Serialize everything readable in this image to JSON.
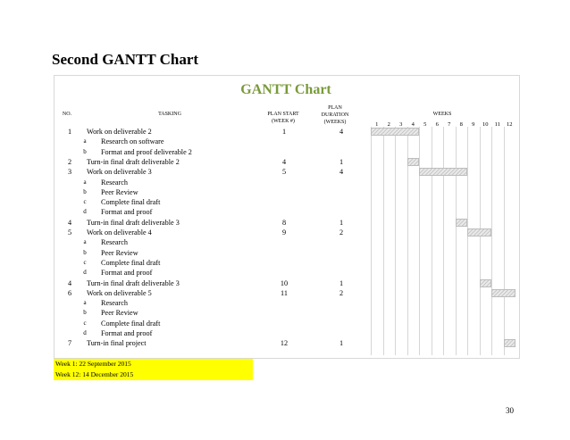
{
  "page_heading": "Second GANTT Chart",
  "gantt_title": "GANTT Chart",
  "headers": {
    "no": "NO.",
    "tasking": "TASKING",
    "plan_start_l1": "PLAN START",
    "plan_start_l2": "(WEEK #)",
    "plan_dur_l1": "PLAN",
    "plan_dur_l2": "DURATION",
    "plan_dur_l3": "(WEEKS)",
    "weeks": "WEEKS"
  },
  "week_numbers": [
    "1",
    "2",
    "3",
    "4",
    "5",
    "6",
    "7",
    "8",
    "9",
    "10",
    "11",
    "12"
  ],
  "rows": [
    {
      "no": "1",
      "sub": "",
      "task": "Work on deliverable 2",
      "start": "1",
      "duration": "4",
      "bar_start": 1,
      "bar_weeks": 4
    },
    {
      "no": "",
      "sub": "a",
      "task": "Research on software",
      "start": "",
      "duration": "",
      "bar_start": 0,
      "bar_weeks": 0
    },
    {
      "no": "",
      "sub": "b",
      "task": "Format and proof deliverable 2",
      "start": "",
      "duration": "",
      "bar_start": 0,
      "bar_weeks": 0
    },
    {
      "no": "2",
      "sub": "",
      "task": "Turn-in final draft deliverable 2",
      "start": "4",
      "duration": "1",
      "bar_start": 4,
      "bar_weeks": 1
    },
    {
      "no": "3",
      "sub": "",
      "task": "Work on deliverable 3",
      "start": "5",
      "duration": "4",
      "bar_start": 5,
      "bar_weeks": 4
    },
    {
      "no": "",
      "sub": "a",
      "task": "Research",
      "start": "",
      "duration": "",
      "bar_start": 0,
      "bar_weeks": 0
    },
    {
      "no": "",
      "sub": "b",
      "task": "Peer Review",
      "start": "",
      "duration": "",
      "bar_start": 0,
      "bar_weeks": 0
    },
    {
      "no": "",
      "sub": "c",
      "task": "Complete final draft",
      "start": "",
      "duration": "",
      "bar_start": 0,
      "bar_weeks": 0
    },
    {
      "no": "",
      "sub": "d",
      "task": "Format and proof",
      "start": "",
      "duration": "",
      "bar_start": 0,
      "bar_weeks": 0
    },
    {
      "no": "4",
      "sub": "",
      "task": "Turn-in final draft deliverable 3",
      "start": "8",
      "duration": "1",
      "bar_start": 8,
      "bar_weeks": 1
    },
    {
      "no": "5",
      "sub": "",
      "task": "Work on deliverable 4",
      "start": "9",
      "duration": "2",
      "bar_start": 9,
      "bar_weeks": 2
    },
    {
      "no": "",
      "sub": "a",
      "task": "Research",
      "start": "",
      "duration": "",
      "bar_start": 0,
      "bar_weeks": 0
    },
    {
      "no": "",
      "sub": "b",
      "task": "Peer Review",
      "start": "",
      "duration": "",
      "bar_start": 0,
      "bar_weeks": 0
    },
    {
      "no": "",
      "sub": "c",
      "task": "Complete final draft",
      "start": "",
      "duration": "",
      "bar_start": 0,
      "bar_weeks": 0
    },
    {
      "no": "",
      "sub": "d",
      "task": "Format and proof",
      "start": "",
      "duration": "",
      "bar_start": 0,
      "bar_weeks": 0
    },
    {
      "no": "4",
      "sub": "",
      "task": "Turn-in final draft deliverable 3",
      "start": "10",
      "duration": "1",
      "bar_start": 10,
      "bar_weeks": 1
    },
    {
      "no": "6",
      "sub": "",
      "task": "Work on deliverable 5",
      "start": "11",
      "duration": "2",
      "bar_start": 11,
      "bar_weeks": 2
    },
    {
      "no": "",
      "sub": "a",
      "task": "Research",
      "start": "",
      "duration": "",
      "bar_start": 0,
      "bar_weeks": 0
    },
    {
      "no": "",
      "sub": "b",
      "task": "Peer Review",
      "start": "",
      "duration": "",
      "bar_start": 0,
      "bar_weeks": 0
    },
    {
      "no": "",
      "sub": "c",
      "task": "Complete final draft",
      "start": "",
      "duration": "",
      "bar_start": 0,
      "bar_weeks": 0
    },
    {
      "no": "",
      "sub": "d",
      "task": "Format and proof",
      "start": "",
      "duration": "",
      "bar_start": 0,
      "bar_weeks": 0
    },
    {
      "no": "7",
      "sub": "",
      "task": "Turn-in final project",
      "start": "12",
      "duration": "1",
      "bar_start": 12,
      "bar_weeks": 1
    }
  ],
  "notes": [
    "Week 1: 22 September 2015",
    "Week 12: 14 December 2015"
  ],
  "page_number": "30",
  "colors": {
    "title_green": "#7a9a3a",
    "note_highlight": "#ffff00",
    "bar_fill": "#d9d9d9"
  }
}
